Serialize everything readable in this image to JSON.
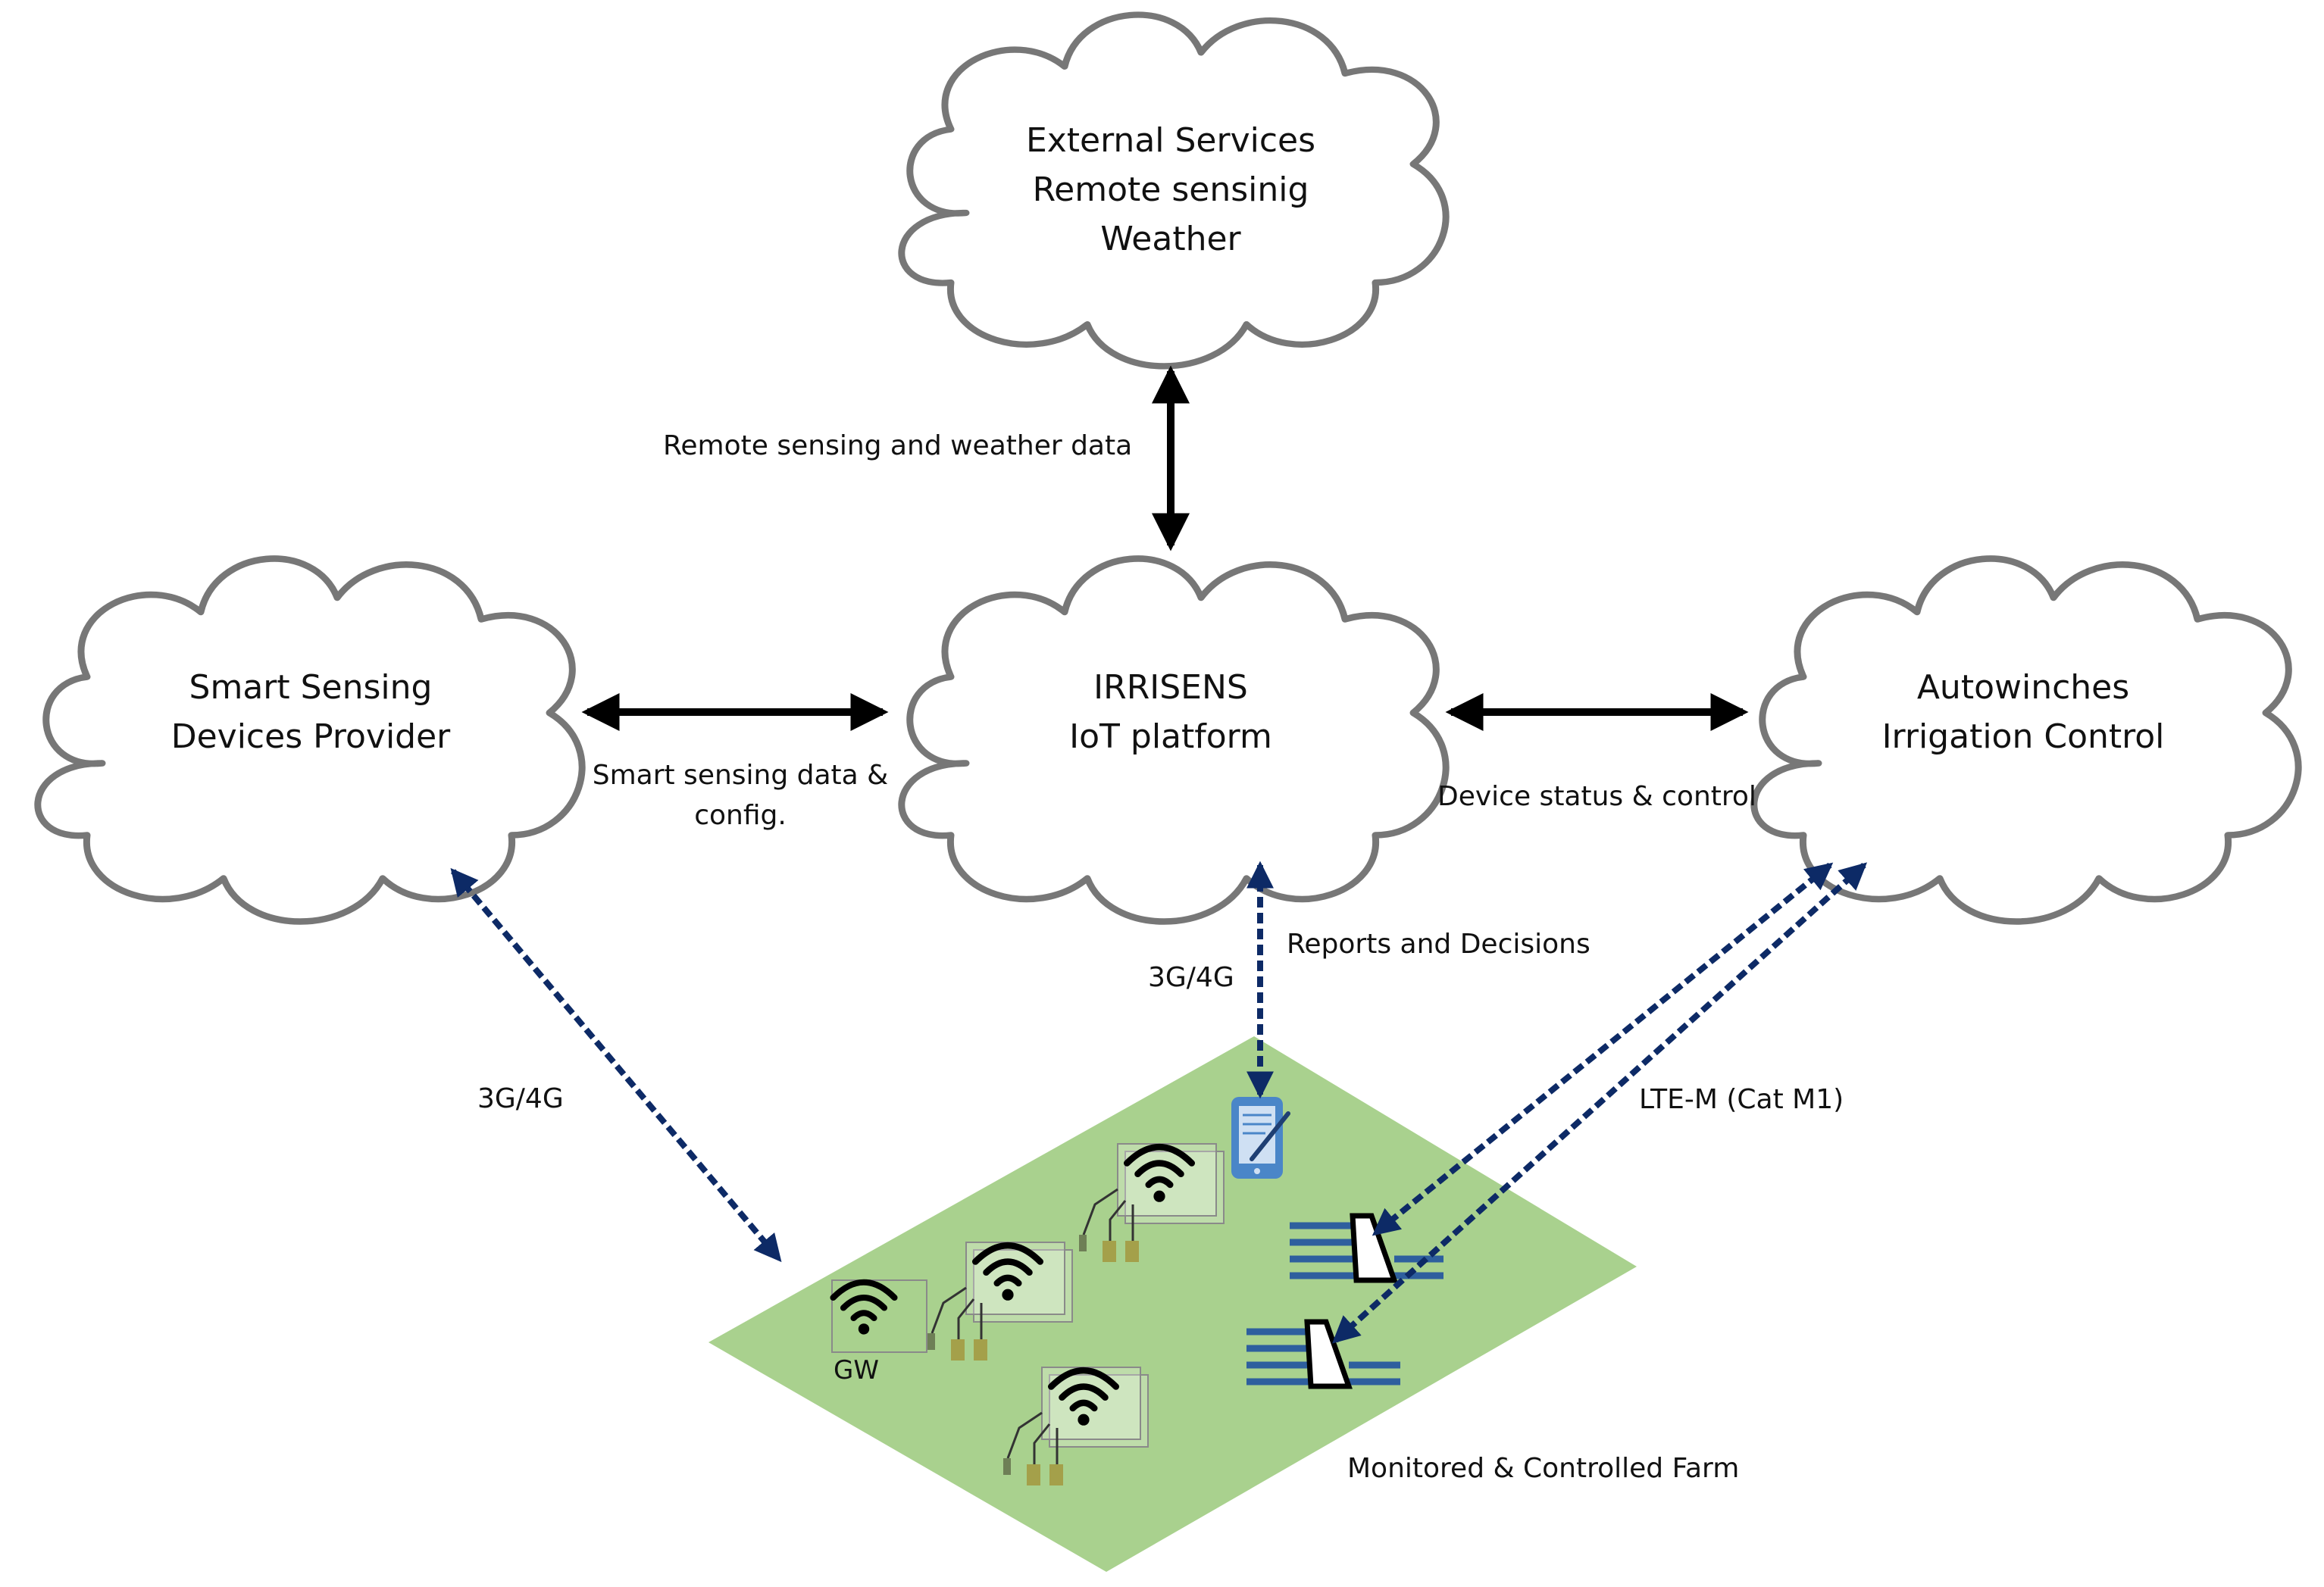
{
  "clouds": {
    "external": {
      "lines": [
        "External Services",
        "Remote sensinig",
        "Weather"
      ]
    },
    "smart": {
      "lines": [
        "Smart Sensing",
        "Devices Provider"
      ]
    },
    "irrisens": {
      "lines": [
        "IRRISENS",
        "IoT platform"
      ]
    },
    "autowinches": {
      "lines": [
        "Autowinches",
        "Irrigation Control"
      ]
    }
  },
  "edges": {
    "remote_weather": "Remote sensing and weather data",
    "smart_sensing_line1": "Smart sensing data &",
    "smart_sensing_line2": "config.",
    "device_status": "Device status & control",
    "reports": "Reports and Decisions",
    "net_center": "3G/4G",
    "net_left": "3G/4G",
    "lte": "LTE-M (Cat M1)"
  },
  "farm": {
    "gateway_label": "GW",
    "caption": "Monitored & Controlled Farm"
  },
  "colors": {
    "cloud_stroke": "#777777",
    "solid_arrow": "#000000",
    "dashed_arrow": "#0d2a66",
    "field": "#a9d18e",
    "tablet": "#4a86c8",
    "winch_lines": "#2e5f9e"
  }
}
